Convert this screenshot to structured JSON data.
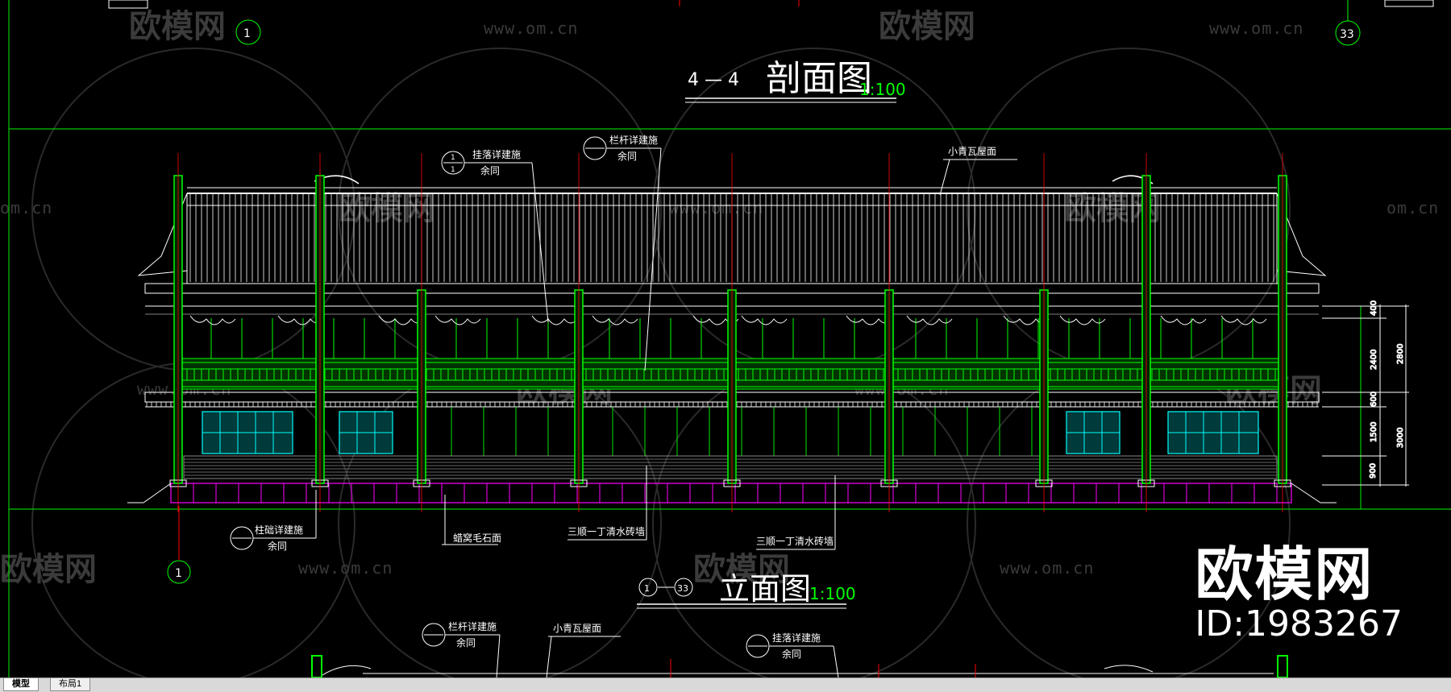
{
  "drawing": {
    "section_title": {
      "label": "4 — 4",
      "name": "剖面图",
      "scale": "1:100"
    },
    "elevation_title": {
      "axis_from": "1",
      "axis_to": "33",
      "name": "立面图",
      "scale": "1:100"
    },
    "axis_labels": {
      "a1": "1",
      "a33": "33",
      "top_left": "1",
      "top_right": "33"
    },
    "notes": {
      "n1": {
        "line1": "挂落详建施",
        "line2": "余同"
      },
      "n2": {
        "line1": "栏杆详建施",
        "line2": "余同"
      },
      "n3": {
        "text": "小青瓦屋面"
      },
      "n4": {
        "line1": "柱础详建施",
        "line2": "余同"
      },
      "n5": {
        "text": "蜡窝毛石面"
      },
      "n6": {
        "text": "三顺一丁清水砖墙"
      },
      "n7": {
        "text": "三顺一丁清水砖墙"
      },
      "n8": {
        "line1": "栏杆详建施",
        "line2": "余同"
      },
      "n9": {
        "text": "小青瓦屋面"
      },
      "n10": {
        "line1": "挂落详建施",
        "line2": "余同"
      }
    },
    "dimensions": [
      "400",
      "2400",
      "600",
      "1500",
      "900",
      "2800",
      "3000"
    ],
    "detail_refs": [
      "1",
      "1"
    ]
  },
  "watermark": {
    "brand": "欧模网",
    "url": "www.om.cn",
    "url_partial": "om.cn",
    "id_text": "ID:1983267"
  },
  "tabs": [
    {
      "label": "模型",
      "active": true
    },
    {
      "label": "布局1",
      "active": false
    }
  ],
  "colors": {
    "background": "#000000",
    "frame_green": "#00ff00",
    "cyan": "#00ffff",
    "magenta": "#ff00ff",
    "red": "#ff0000",
    "white": "#ffffff"
  }
}
